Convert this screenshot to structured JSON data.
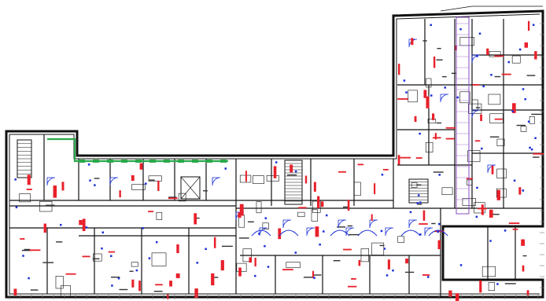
{
  "drawing": {
    "type": "floor-plan",
    "colors": {
      "wall": "#111111",
      "electrical": "#e8202a",
      "data": "#1a2fd6",
      "fixtures": "#2aa84a",
      "riser": "#8a4fc0",
      "grid": "#777777"
    },
    "symbols": [
      "door-swing",
      "stair",
      "elevator",
      "outlet",
      "data-jack",
      "light-fixture"
    ]
  }
}
